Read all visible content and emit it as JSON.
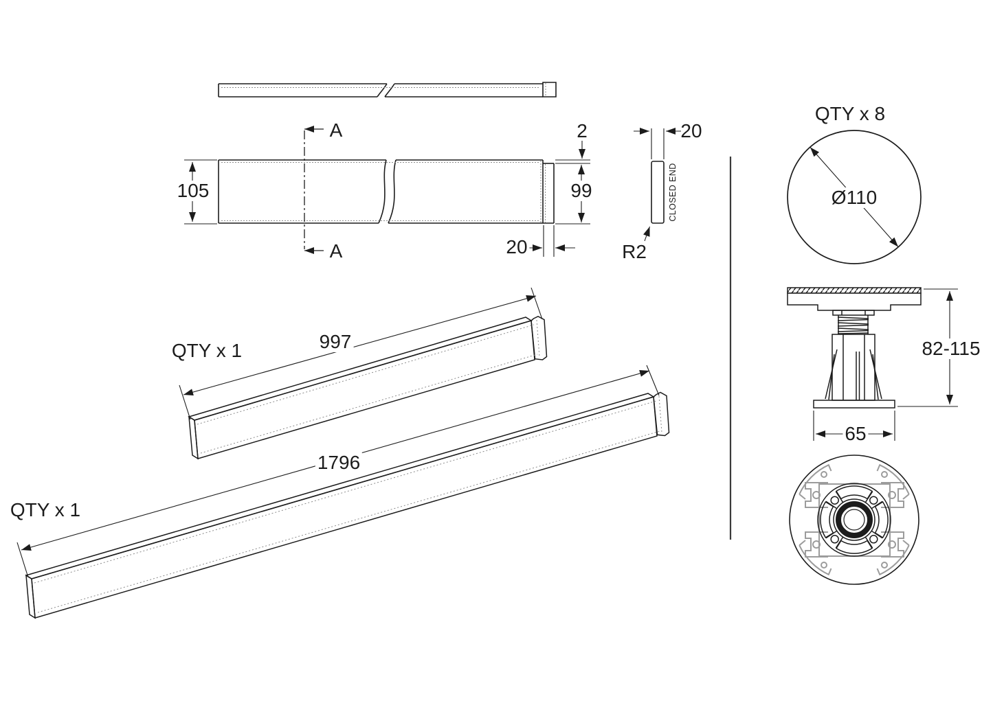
{
  "drawing": {
    "kind": "shower-tray-panel-pack-technical-drawing",
    "colors": {
      "line": "#1c1c1c",
      "gray_detail": "#9c9c9c",
      "background": "#ffffff"
    },
    "front_elevation": {
      "height_dim": "105",
      "lip_dim": "2",
      "end_height_dim": "99",
      "end_cap_length_dim": "20",
      "section_marker": "A"
    },
    "end_cap_section": {
      "thickness_dim": "20",
      "corner_radius_dim": "R2",
      "note": "CLOSED END"
    },
    "foot_cap_view": {
      "qty": "QTY x 8",
      "diameter_dim": "Ø110"
    },
    "leg_view": {
      "height_range_dim": "82-115",
      "base_width_dim": "65"
    },
    "short_panel": {
      "qty": "QTY x 1",
      "length_dim": "997"
    },
    "long_panel": {
      "qty": "QTY x 1",
      "length_dim": "1796"
    }
  }
}
